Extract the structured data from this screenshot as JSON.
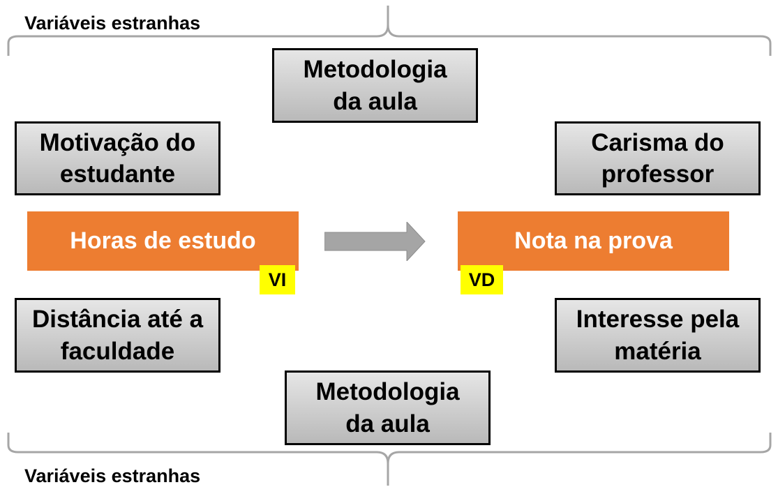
{
  "top_bracket": {
    "label": "Variáveis estranhas"
  },
  "bottom_bracket": {
    "label": "Variáveis estranhas"
  },
  "confounders": {
    "top_center": "Metodologia\nda aula",
    "top_left": "Motivação do\nestudante",
    "top_right": "Carisma do\nprofessor",
    "bottom_left": "Distância até a\nfaculdade",
    "bottom_right": "Interesse pela\nmatéria",
    "bottom_center": "Metodologia\nda aula"
  },
  "independent_variable": {
    "label": "Horas de estudo",
    "badge": "VI"
  },
  "dependent_variable": {
    "label": "Nota na prova",
    "badge": "VD"
  },
  "colors": {
    "variable_fill": "#ed7d31",
    "badge_fill": "#ffff00",
    "arrow_fill": "#a5a5a5",
    "confounder_border": "#000000"
  },
  "icons": {
    "relation_arrow": "right-arrow-icon"
  }
}
